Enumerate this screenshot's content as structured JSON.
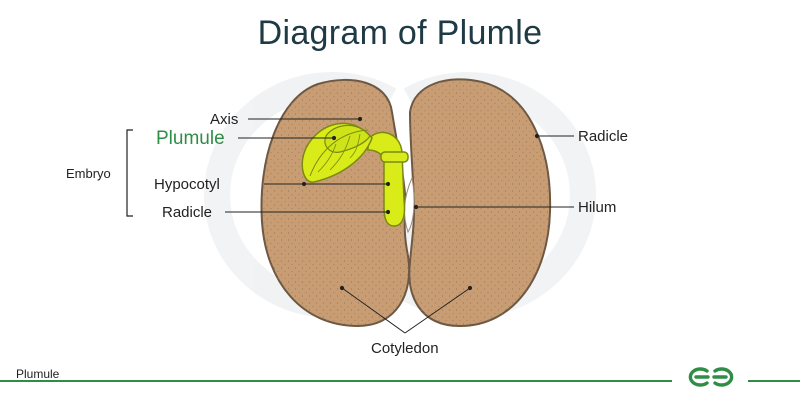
{
  "title": "Diagram of Plumle",
  "labels": {
    "axis": "Axis",
    "plumule": "Plumule",
    "embryo": "Embryo",
    "hypocotyl": "Hypocotyl",
    "radicle_left": "Radicle",
    "radicle_right": "Radicle",
    "hilum": "Hilum",
    "cotyledon": "Cotyledon"
  },
  "footer": {
    "caption": "Plumule"
  },
  "colors": {
    "title": "#1e3a44",
    "accent_green": "#2f8d46",
    "seed_fill": "#c89d73",
    "seed_outline": "#6e5844",
    "embryo_yellow": "#d9ec1a",
    "embryo_outline": "#7a8a10"
  },
  "logo": {
    "icon": "geeksforgeeks-logo-icon"
  }
}
